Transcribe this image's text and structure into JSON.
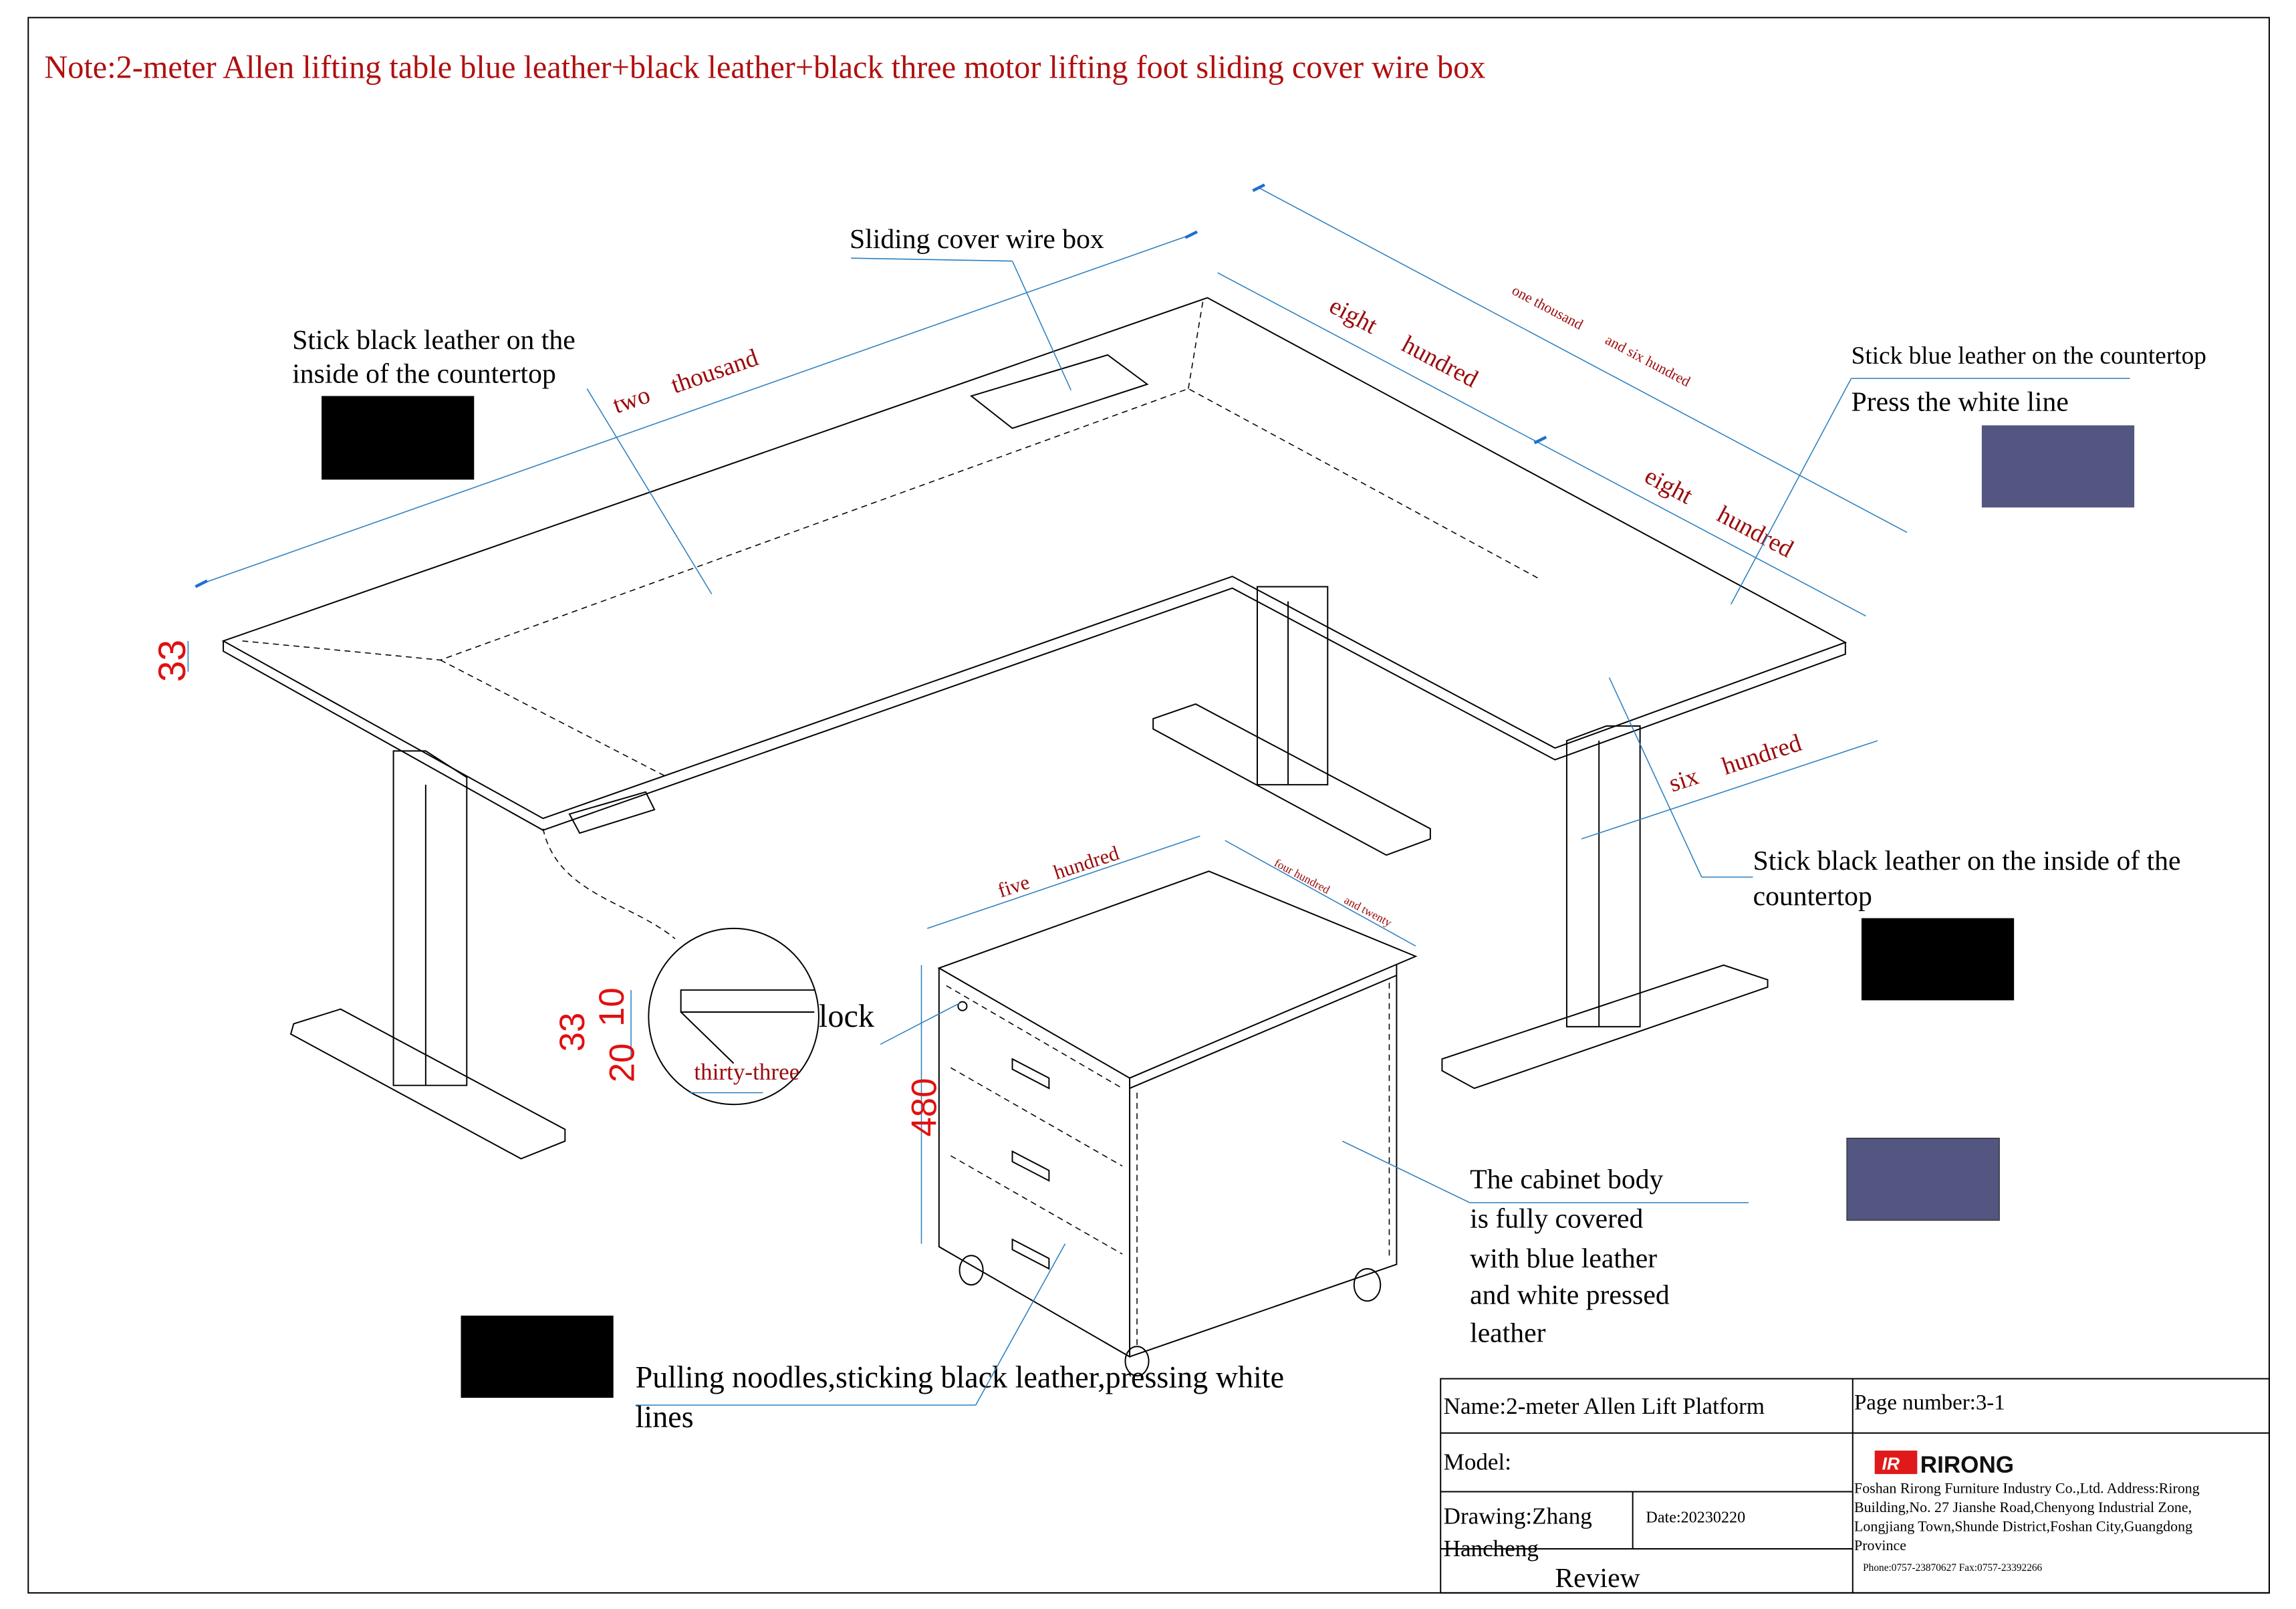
{
  "title_note": "Note:2-meter Allen lifting table blue leather+black leather+black three motor lifting foot sliding cover wire box",
  "annotations": {
    "sliding_cover": "Sliding cover wire box",
    "stick_black_inside_1": [
      "Stick black leather on the",
      "inside of the countertop"
    ],
    "stick_blue_top": "Stick blue leather on the countertop",
    "press_white_line": "Press the white line",
    "stick_black_inside_2": [
      "Stick black leather on the inside of the",
      "countertop"
    ],
    "lock": "lock",
    "cabinet_body": [
      "The cabinet body",
      "is fully covered",
      "with blue leather",
      "and white pressed",
      "leather"
    ],
    "pulling_noodles": [
      "Pulling noodles,sticking black leather,pressing white",
      "lines"
    ]
  },
  "dimensions": {
    "two_thousand": [
      "two",
      "thousand"
    ],
    "eight_hundred_1": [
      "eight",
      "hundred"
    ],
    "eight_hundred_2": [
      "eight",
      "hundred"
    ],
    "one_thousand_six_hundred": [
      "one thousand",
      "and six hundred"
    ],
    "six_hundred": [
      "six",
      "hundred"
    ],
    "five_hundred": [
      "five",
      "hundred"
    ],
    "four_hundred_twenty": [
      "four hundred",
      "and twenty"
    ],
    "thirty_three": "thirty-three",
    "thickness_33": "33",
    "detail_33": "33",
    "detail_20": "20",
    "detail_10": "10",
    "height_480": "480"
  },
  "swatches": {
    "black": "#000000",
    "blue": "#525680"
  },
  "title_block": {
    "name": "Name:2-meter Allen Lift Platform",
    "page_number": "Page number:3-1",
    "model": "Model:",
    "drawing": [
      "Drawing:Zhang",
      "Hancheng"
    ],
    "date": "Date:20230220",
    "review": "Review",
    "logo_text": "RIRONG",
    "company": [
      "Foshan Rirong Furniture Industry Co.,Ltd. Address:Rirong",
      "Building,No. 27 Jianshe Road,Chenyong Industrial Zone,",
      "Longjiang Town,Shunde District,Foshan City,Guangdong",
      "Province"
    ],
    "contact": "Phone:0757-23870627 Fax:0757-23392266"
  }
}
